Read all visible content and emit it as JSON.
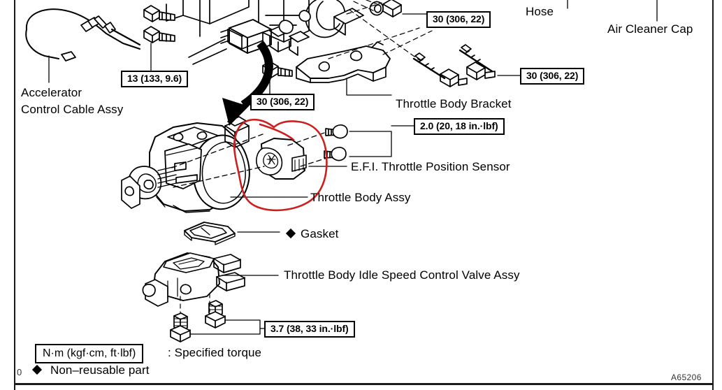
{
  "figure": {
    "code": "A65206",
    "page_mark": "0",
    "title": "Throttle Body Exploded View",
    "line_color": "#000000",
    "annotation_color": "#CC2020",
    "background": "#FFFFFF"
  },
  "part_labels": [
    {
      "id": "accelerator-cable",
      "line1": "Accelerator",
      "line2": "Control Cable Assy"
    },
    {
      "id": "hose",
      "text": "Hose"
    },
    {
      "id": "air-cleaner-cap",
      "text": "Air Cleaner Cap"
    },
    {
      "id": "throttle-body-bracket",
      "text": "Throttle Body Bracket"
    },
    {
      "id": "efi-throttle-position-sensor",
      "text": "E.F.I. Throttle Position Sensor"
    },
    {
      "id": "throttle-body-assy",
      "text": "Throttle Body Assy"
    },
    {
      "id": "gasket",
      "text": "Gasket"
    },
    {
      "id": "idle-speed-control-valve",
      "text": "Throttle Body Idle Speed Control Valve Assy"
    }
  ],
  "torque_callouts": [
    {
      "id": "torque-13",
      "text": "13 (133, 9.6)"
    },
    {
      "id": "torque-30-top-right",
      "text": "30 (306, 22)"
    },
    {
      "id": "torque-30-mid-right",
      "text": "30 (306, 22)"
    },
    {
      "id": "torque-30-center",
      "text": "30 (306, 22)"
    },
    {
      "id": "torque-2-0",
      "text": "2.0 (20, 18 in.·lbf)"
    },
    {
      "id": "torque-3-7",
      "text": "3.7 (38, 33 in.·lbf)"
    }
  ],
  "legend": {
    "unit_box": "N·m (kgf·cm, ft·lbf)",
    "unit_meaning": ": Specified torque",
    "nonreusable_text": "Non–reusable part"
  }
}
